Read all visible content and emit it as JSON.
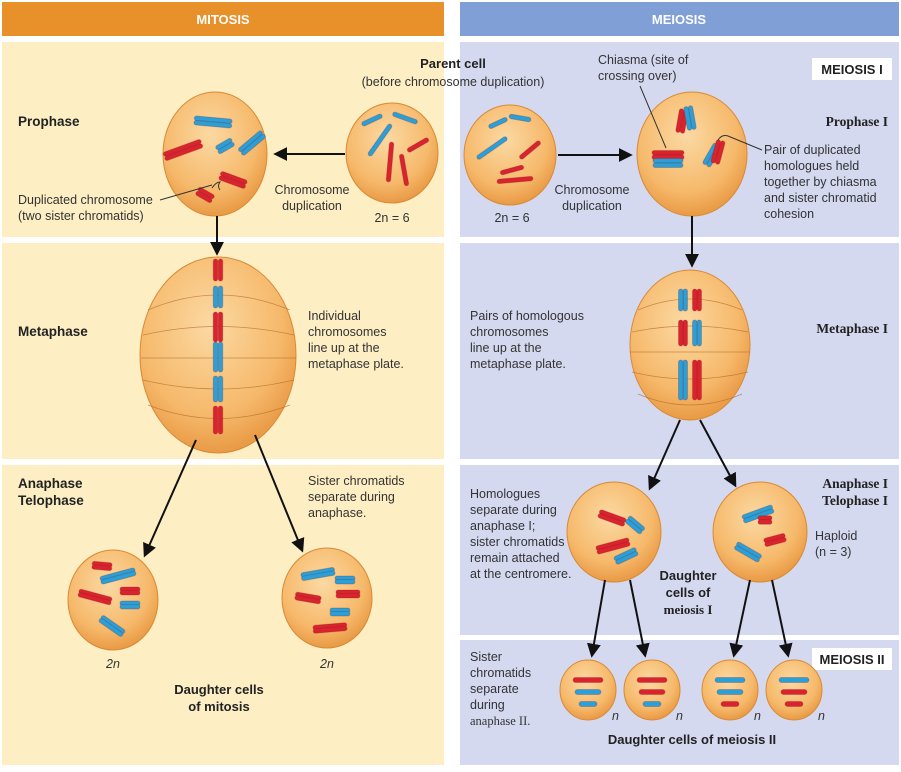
{
  "headers": {
    "mitosis": "MITOSIS",
    "meiosis": "MEIOSIS"
  },
  "parent": {
    "title": "Parent cell",
    "subtitle": "(before chromosome duplication)"
  },
  "mitosis": {
    "stages": {
      "prophase": "Prophase",
      "metaphase": "Metaphase",
      "anaphase": "Anaphase",
      "telophase": "Telophase"
    },
    "duplicated": [
      "Duplicated chromosome",
      "(two sister chromatids)"
    ],
    "dup_label": [
      "Chromosome",
      "duplication"
    ],
    "parent_count": "2n = 6",
    "metaphase_note": [
      "Individual",
      "chromosomes",
      "line up at the",
      "metaphase plate."
    ],
    "anaphase_note": [
      "Sister chromatids",
      "separate during",
      "anaphase."
    ],
    "daughter_label": "2n",
    "daughters_title": [
      "Daughter cells",
      "of mitosis"
    ]
  },
  "meiosis": {
    "badge1": "MEIOSIS I",
    "badge2": "MEIOSIS II",
    "chiasma": [
      "Chiasma (site of",
      "crossing over)"
    ],
    "prophase": "Prophase I",
    "pair_note": [
      "Pair of duplicated",
      "homologues held",
      "together by chiasma",
      "and sister chromatid",
      "cohesion"
    ],
    "dup_label": [
      "Chromosome",
      "duplication"
    ],
    "parent_count": "2n = 6",
    "metaphase_note": [
      "Pairs of homologous",
      "chromosomes",
      "line up at the",
      "metaphase plate."
    ],
    "metaphase": "Metaphase I",
    "anaphase": "Anaphase I",
    "telophase": "Telophase I",
    "homologues_note": [
      "Homologues",
      "separate during",
      "anaphase I;",
      "sister chromatids",
      "remain attached",
      "at the centromere."
    ],
    "daughters1": [
      "Daughter",
      "cells of",
      "meiosis I"
    ],
    "haploid": [
      "Haploid",
      "(n = 3)"
    ],
    "sister_note": [
      "Sister",
      "chromatids",
      "separate",
      "during",
      "anaphase II."
    ],
    "n_label": "n",
    "daughters2": "Daughter cells of meiosis II"
  },
  "colors": {
    "red": "#d9232e",
    "blue": "#2a9fd8",
    "cell": "#f6b96b",
    "mit_header": "#e8902a",
    "mei_header": "#7f9fd6",
    "mit_bg": "#fdeec4",
    "mei_bg": "#d4d9f0"
  }
}
